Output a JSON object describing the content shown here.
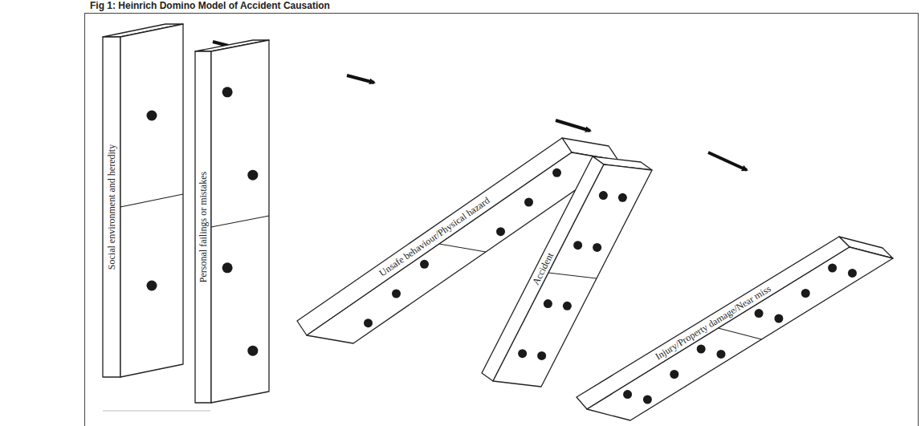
{
  "diagram": {
    "title": "Fig 1: Heinrich Domino Model of Accident Causation",
    "nodes": [
      {
        "text": [
          "Social environment and heredity"
        ]
      },
      {
        "text": [
          "Personal failings or mistakes"
        ]
      },
      {
        "text": [
          "Unsafe behaviour/Physical hazard"
        ]
      },
      {
        "text": [
          "Accident"
        ]
      },
      {
        "text": [
          "Injury/Property damage/Near miss"
        ]
      }
    ]
  }
}
